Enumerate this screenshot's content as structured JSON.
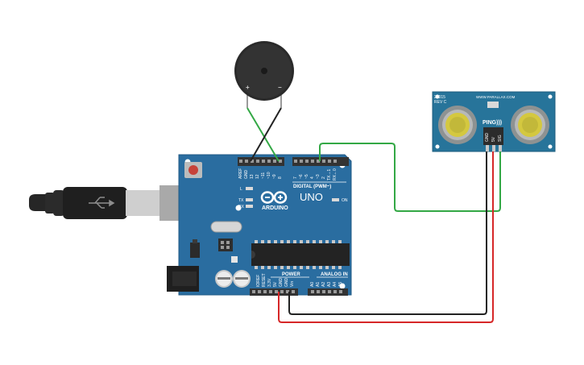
{
  "board": {
    "model": "UNO",
    "brand": "ARDUINO",
    "digital_header_label": "DIGITAL (PWM~)",
    "power_label": "POWER",
    "analog_label": "ANALOG IN",
    "led_l": "L",
    "led_tx": "TX",
    "led_rx": "RX",
    "on_label": "ON",
    "digital_pins": [
      "AREF",
      "GND",
      "13",
      "12",
      "~11",
      "~10",
      "~9",
      "8",
      "7",
      "~6",
      "~5",
      "4",
      "~3",
      "2",
      "TX→1",
      "RX←0"
    ],
    "power_pins": [
      "IOREF",
      "RESET",
      "3.3V",
      "5V",
      "GND",
      "GND",
      "Vin"
    ],
    "analog_pins": [
      "A0",
      "A1",
      "A2",
      "A3",
      "A4",
      "A5"
    ]
  },
  "sensor": {
    "part_number": "28015",
    "revision": "REV C",
    "url": "WWW.PARALLAX.COM",
    "name": "PING)))",
    "pins": [
      "GND",
      "5V",
      "SIG"
    ]
  },
  "buzzer": {
    "plus": "+",
    "minus": "−"
  },
  "colors": {
    "board": "#2a6da0",
    "wire_green": "#33a845",
    "wire_black": "#222222",
    "wire_red": "#d62728",
    "sensor_pcb": "#27749a"
  }
}
